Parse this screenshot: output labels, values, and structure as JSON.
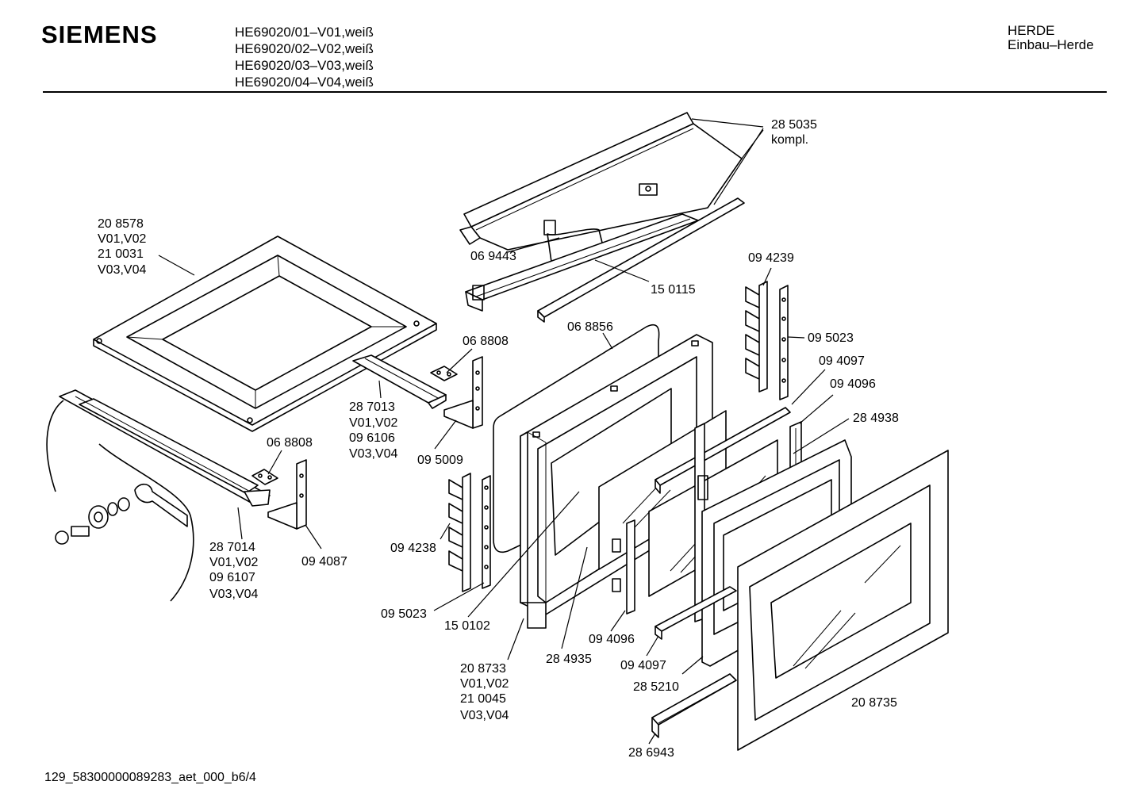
{
  "header": {
    "brand": "SIEMENS",
    "models": [
      "HE69020/01–V01,weiß",
      "HE69020/02–V02,weiß",
      "HE69020/03–V03,weiß",
      "HE69020/04–V04,weiß"
    ],
    "category": [
      "HERDE",
      "Einbau–Herde"
    ]
  },
  "footer": {
    "doc_id": "129_58300000089283_aet_000_b6/4"
  },
  "labels": {
    "l285035": [
      "28 5035",
      "kompl."
    ],
    "l208578": [
      "20 8578",
      "V01,V02",
      "21 0031",
      "V03,V04"
    ],
    "l069443": [
      "06 9443"
    ],
    "l150115": [
      "15 0115"
    ],
    "l094239": [
      "09 4239"
    ],
    "l095023a": [
      "09 5023"
    ],
    "l068856": [
      "06 8856"
    ],
    "l068808a": [
      "06 8808"
    ],
    "l094097a": [
      "09 4097"
    ],
    "l094096a": [
      "09 4096"
    ],
    "l284938": [
      "28 4938"
    ],
    "l287013": [
      "28 7013",
      "V01,V02",
      "09 6106",
      "V03,V04"
    ],
    "l095009": [
      "09 5009"
    ],
    "l068808b": [
      "06 8808"
    ],
    "l094238": [
      "09 4238"
    ],
    "l287014": [
      "28 7014",
      "V01,V02",
      "09 6107",
      "V03,V04"
    ],
    "l094087": [
      "09 4087"
    ],
    "l095023b": [
      "09 5023"
    ],
    "l150102": [
      "15 0102"
    ],
    "l094096b": [
      "09 4096"
    ],
    "l284935": [
      "28 4935"
    ],
    "l094097b": [
      "09 4097"
    ],
    "l285210": [
      "28 5210"
    ],
    "l208733": [
      "20 8733",
      "V01,V02",
      "21 0045",
      "V03,V04"
    ],
    "l208735": [
      "20 8735"
    ],
    "l286943": [
      "28 6943"
    ]
  }
}
